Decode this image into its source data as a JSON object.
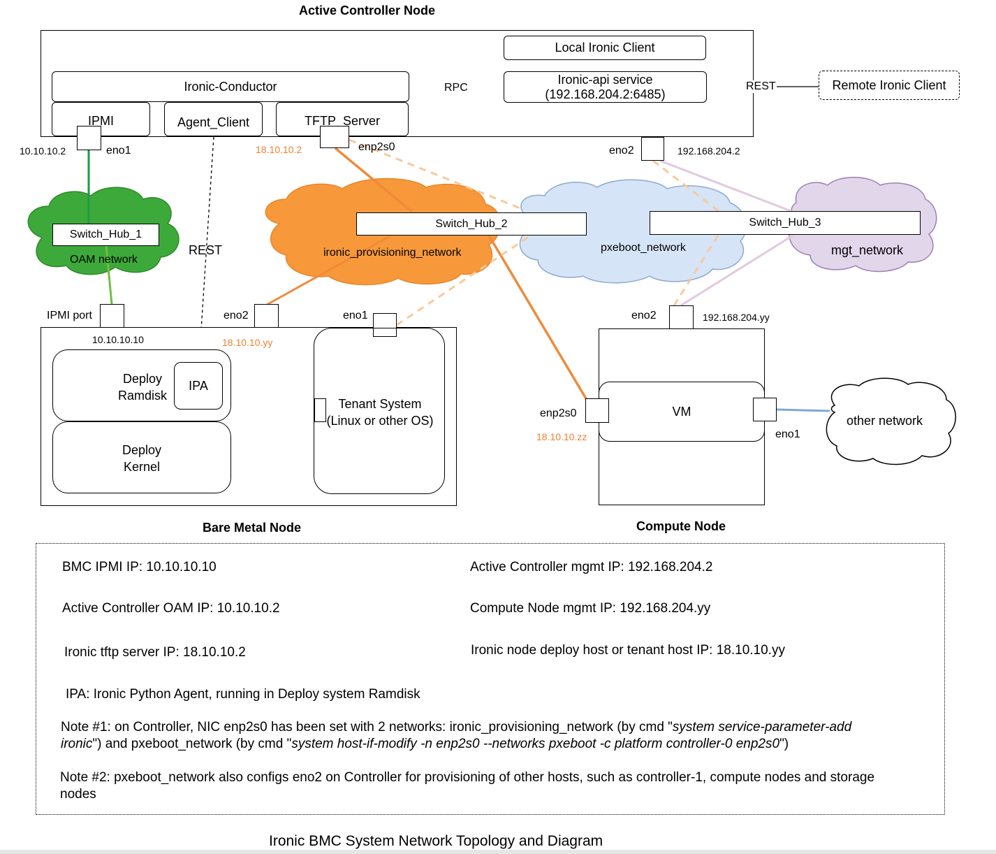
{
  "titles": {
    "controller": "Active Controller Node",
    "bare_metal": "Bare Metal Node",
    "compute": "Compute Node",
    "caption": "Ironic BMC System Network Topology  and Diagram"
  },
  "controller": {
    "local_client": "Local Ironic Client",
    "conductor": "Ironic-Conductor",
    "api_line1": "Ironic-api service",
    "api_line2": "(192.168.204.2:6485)",
    "ipmi": "IPMI",
    "agent_client": "Agent_Client",
    "tftp": "TFTP_Server",
    "rpc": "RPC",
    "rest": "REST",
    "remote_client": "Remote Ironic Client",
    "ip_oam": "10.10.10.2",
    "eno1": "eno1",
    "ip_tftp": "18.10.10.2",
    "enp2s0": "enp2s0",
    "eno2": "eno2",
    "ip_mgmt": "192.168.204.2"
  },
  "networks": {
    "hub1": "Switch_Hub_1",
    "oam": "OAM network",
    "rest_vertical": "REST",
    "hub2": "Switch_Hub_2",
    "prov": "ironic_provisioning_network",
    "pxe": "pxeboot_network",
    "hub3": "Switch_Hub_3",
    "mgt": "mgt_network",
    "other": "other network"
  },
  "bare_metal": {
    "ipmi_port": "IPMI port",
    "ip_ipmi": "10.10.10.10",
    "eno2": "eno2",
    "ip_prov": "18.10.10.yy",
    "eno1": "eno1",
    "deploy_ramdisk_1": "Deploy",
    "deploy_ramdisk_2": "Ramdisk",
    "ipa": "IPA",
    "deploy_kernel_1": "Deploy",
    "deploy_kernel_2": "Kernel",
    "tenant_1": "Tenant System",
    "tenant_2": "(Linux or other OS)"
  },
  "compute": {
    "eno2": "eno2",
    "ip_mgmt": "192.168.204.yy",
    "vm": "VM",
    "enp2s0": "enp2s0",
    "ip_prov": "18.10.10.zz",
    "eno1": "eno1"
  },
  "notes": {
    "bmc": "BMC IPMI IP: 10.10.10.10",
    "ctrl_mgmt": "Active Controller mgmt IP: 192.168.204.2",
    "ctrl_oam": "Active Controller OAM IP: 10.10.10.2",
    "compute_mgmt": "Compute Node mgmt IP: 192.168.204.yy",
    "tftp": "Ironic tftp server IP: 18.10.10.2",
    "deploy_host": "Ironic node deploy host or tenant host IP: 18.10.10.yy",
    "ipa": "IPA: Ironic Python Agent, running in Deploy system Ramdisk",
    "note1_a": "Note  #1: on Controller, NIC enp2s0 has been set with 2 networks: ironic_provisioning_network (by cmd \"",
    "note1_b": "system service-parameter-add",
    "note1_c": "ironic",
    "note1_d": "\") and pxeboot_network (by cmd \"",
    "note1_e": "system host-if-modify -n enp2s0 --networks pxeboot -c platform controller-0 enp2s0",
    "note1_f": "\")",
    "note2": "Note #2: pxeboot_network also configs eno2 on Controller for provisioning of other hosts, such as controller-1, compute nodes and storage nodes"
  },
  "colors": {
    "oam_cloud": "#3da93a",
    "prov_cloud": "#f7993a",
    "pxe_cloud": "#d6e4f7",
    "mgt_cloud": "#e2d6ea",
    "orange_line": "#f08a3a",
    "orange_dash": "#f9c99a",
    "mgt_line": "#e2c9df",
    "green_line": "#1b9b47",
    "blue_line": "#7ea7dc"
  }
}
